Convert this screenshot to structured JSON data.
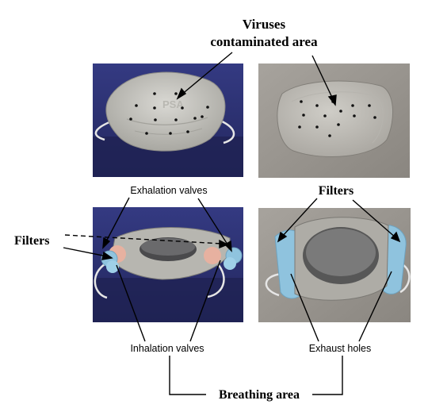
{
  "title": {
    "line1": "Viruses",
    "line2": "contaminated area"
  },
  "labels": {
    "exhalation_valves": "Exhalation valves",
    "filters_left": "Filters",
    "filters_right": "Filters",
    "inhalation_valves": "Inhalation valves",
    "exhaust_holes": "Exhaust holes",
    "breathing_area": "Breathing area"
  },
  "photos": {
    "top_left": {
      "logo_text": "PSA"
    }
  },
  "colors": {
    "label_text": "#000000",
    "photo_backdrop_blue": "#3a3f86",
    "photo_backdrop_gray": "#9a9690",
    "mask_gray": "#c7c6c0",
    "filter_blue": "#8fc3de",
    "valve_pink": "#e8b4a2"
  }
}
